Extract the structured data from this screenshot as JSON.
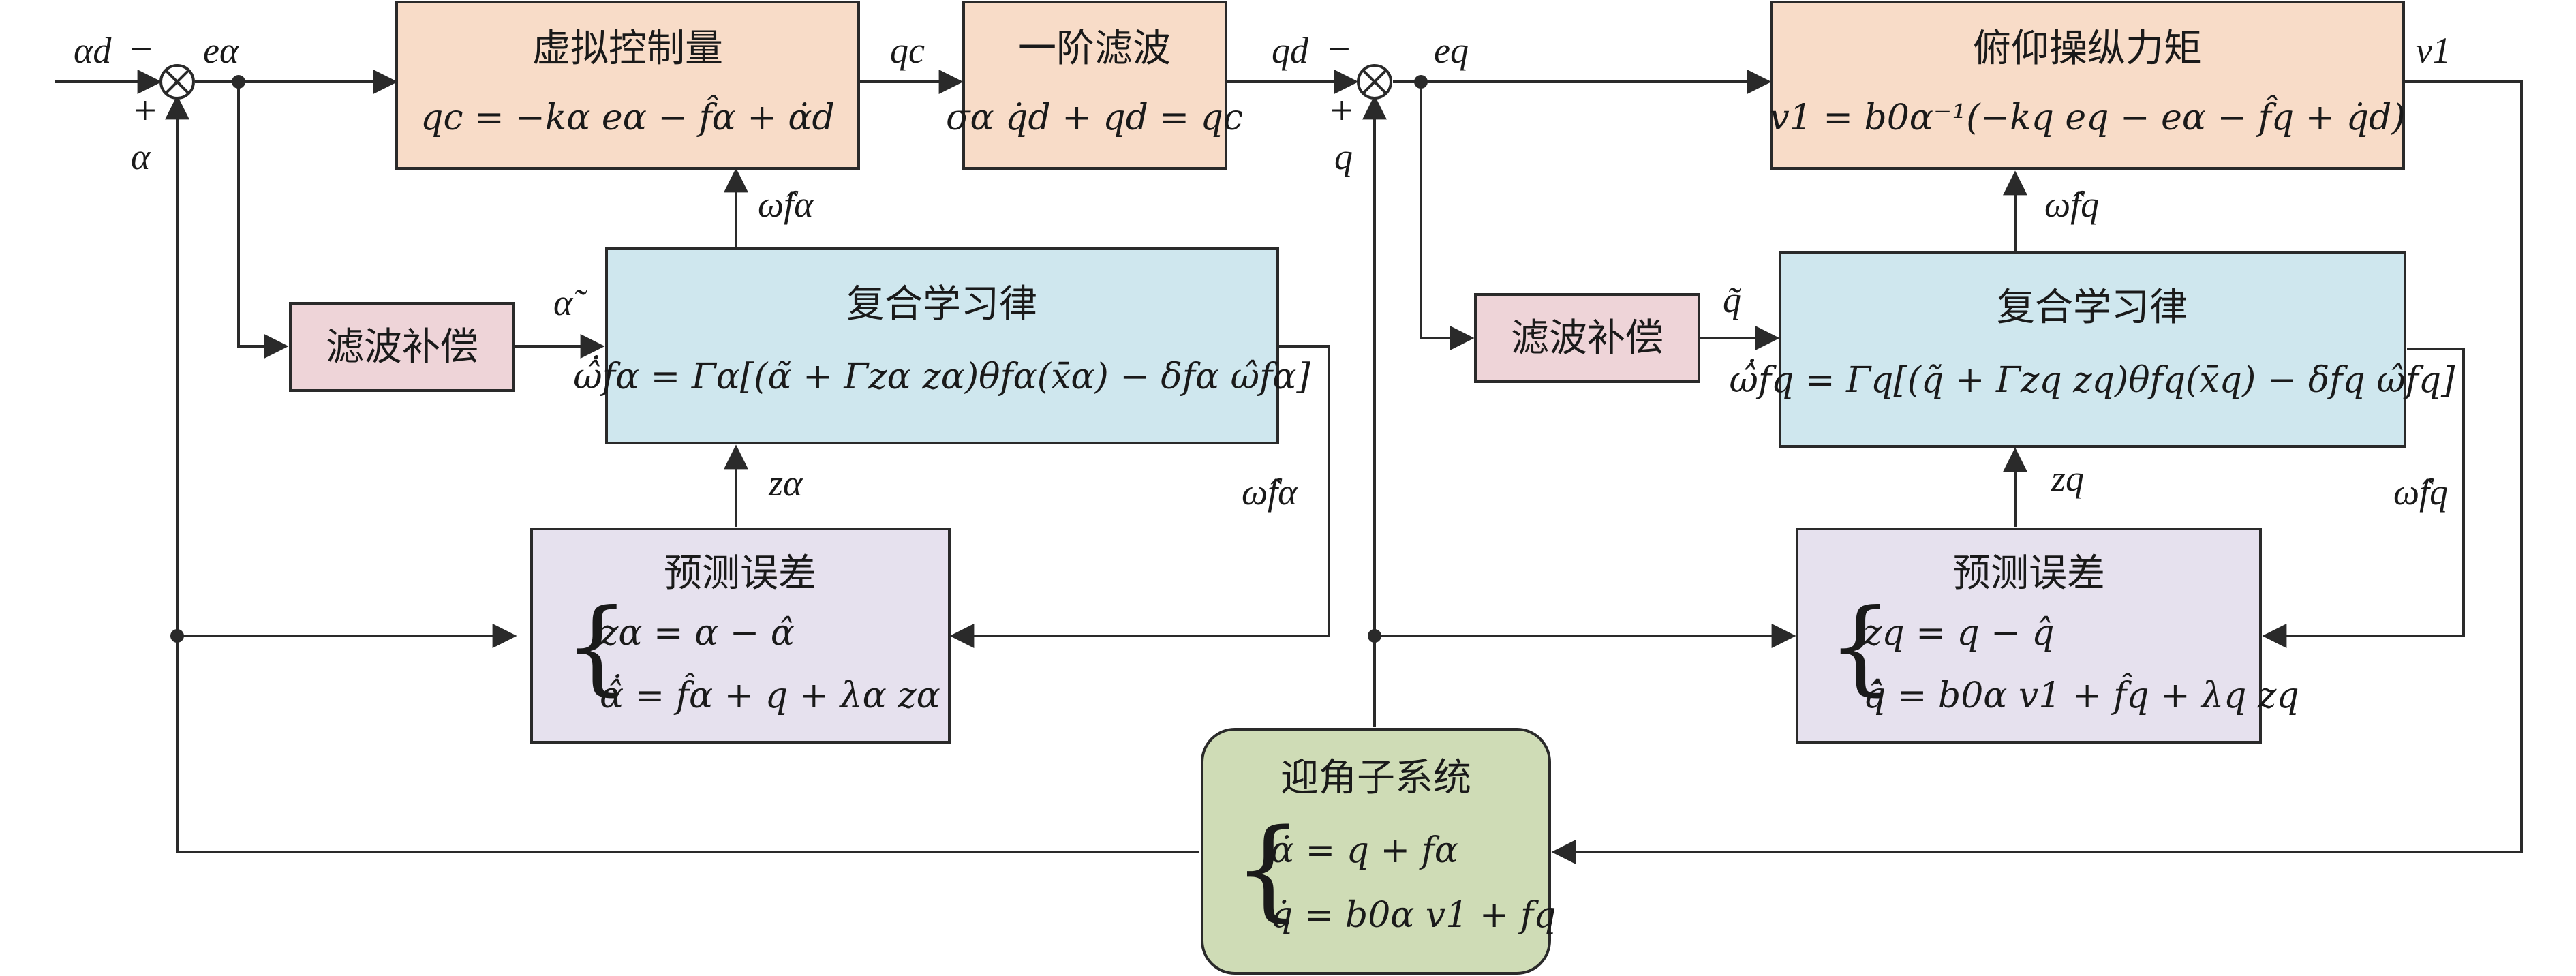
{
  "colors": {
    "virtual": "#f8dcc8",
    "filter": "#f8dcc8",
    "pitch": "#f8dcc8",
    "learn": "#cfe7ee",
    "comp": "#eed4d8",
    "predict": "#e6e1ee",
    "aoa": "#cfdcb6",
    "stroke": "#2a2a2a"
  },
  "blocks": {
    "virtual_ctrl": {
      "title": "虚拟控制量",
      "eq": "qc = −kα eα − f̂α + α̇d"
    },
    "first_order": {
      "title": "一阶滤波",
      "eq": "σα q̇d + qd = qc"
    },
    "pitch_moment": {
      "title": "俯仰操纵力矩",
      "eq": "v1 = b0α⁻¹(−kq eq − eα − f̂q + q̇d)"
    },
    "learn_a": {
      "title": "复合学习律",
      "eq": "ω̂̇fα = Γα[(α̃ + Γzα zα)θfα(x̄α) − δfα ω̂fα]"
    },
    "learn_q": {
      "title": "复合学习律",
      "eq": "ω̂̇fq = Γq[(q̃ + Γzq zq)θfq(x̄q) − δfq ω̂fq]"
    },
    "comp_a": {
      "title": "滤波补偿"
    },
    "comp_q": {
      "title": "滤波补偿"
    },
    "predict_a": {
      "title": "预测误差",
      "eq1": "zα = α − α̂",
      "eq2": "α̂̇ = f̂α + q + λα zα"
    },
    "predict_q": {
      "title": "预测误差",
      "eq1": "zq = q − q̂",
      "eq2": "q̂̇ = b0α v1 + f̂q + λq zq"
    },
    "aoa_subsystem": {
      "title": "迎角子系统",
      "eq1": "α̇ = q + fα",
      "eq2": "q̇ = b0α v1 + fq"
    }
  },
  "signals": {
    "alpha_d": "αd",
    "e_alpha": "eα",
    "alpha": "α",
    "qc": "qc",
    "qd": "qd",
    "e_q": "eq",
    "q": "q",
    "v1": "v1",
    "omega_fa_top": "ω̂fα",
    "omega_fa_side": "ω̂fα",
    "omega_fq_top": "ω̂fq",
    "omega_fq_side": "ω̂fq",
    "alpha_tilde": "α̃",
    "q_tilde": "q̃",
    "z_alpha": "zα",
    "z_q": "zq",
    "minus": "−",
    "plus": "+"
  }
}
